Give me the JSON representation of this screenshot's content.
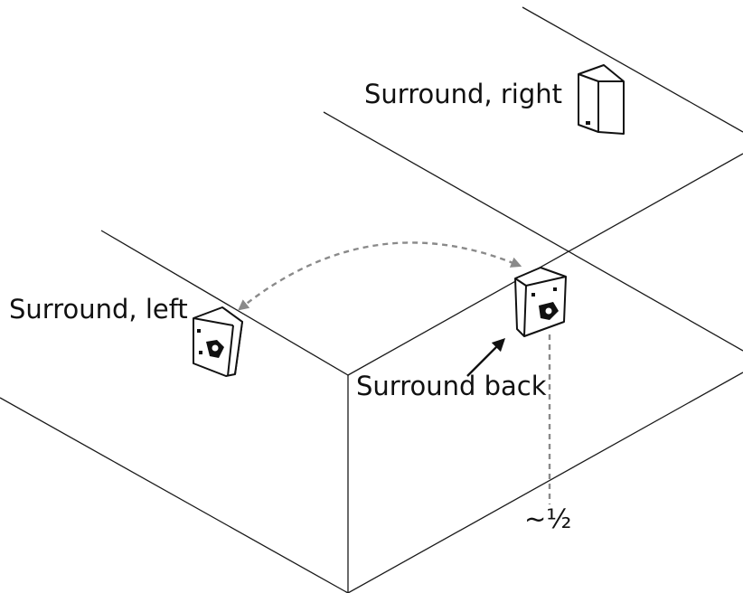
{
  "labels": {
    "surround_right": "Surround, right",
    "surround_left": "Surround, left",
    "surround_back": "Surround back",
    "distance_note": "~½"
  },
  "icons": {
    "speaker": "speaker-icon",
    "dashed_arc": "dashed-double-arrow",
    "pointer": "arrow-icon"
  },
  "colors": {
    "lines": "#1a1a1a",
    "dashed": "#8a8a8a",
    "text": "#111111"
  }
}
